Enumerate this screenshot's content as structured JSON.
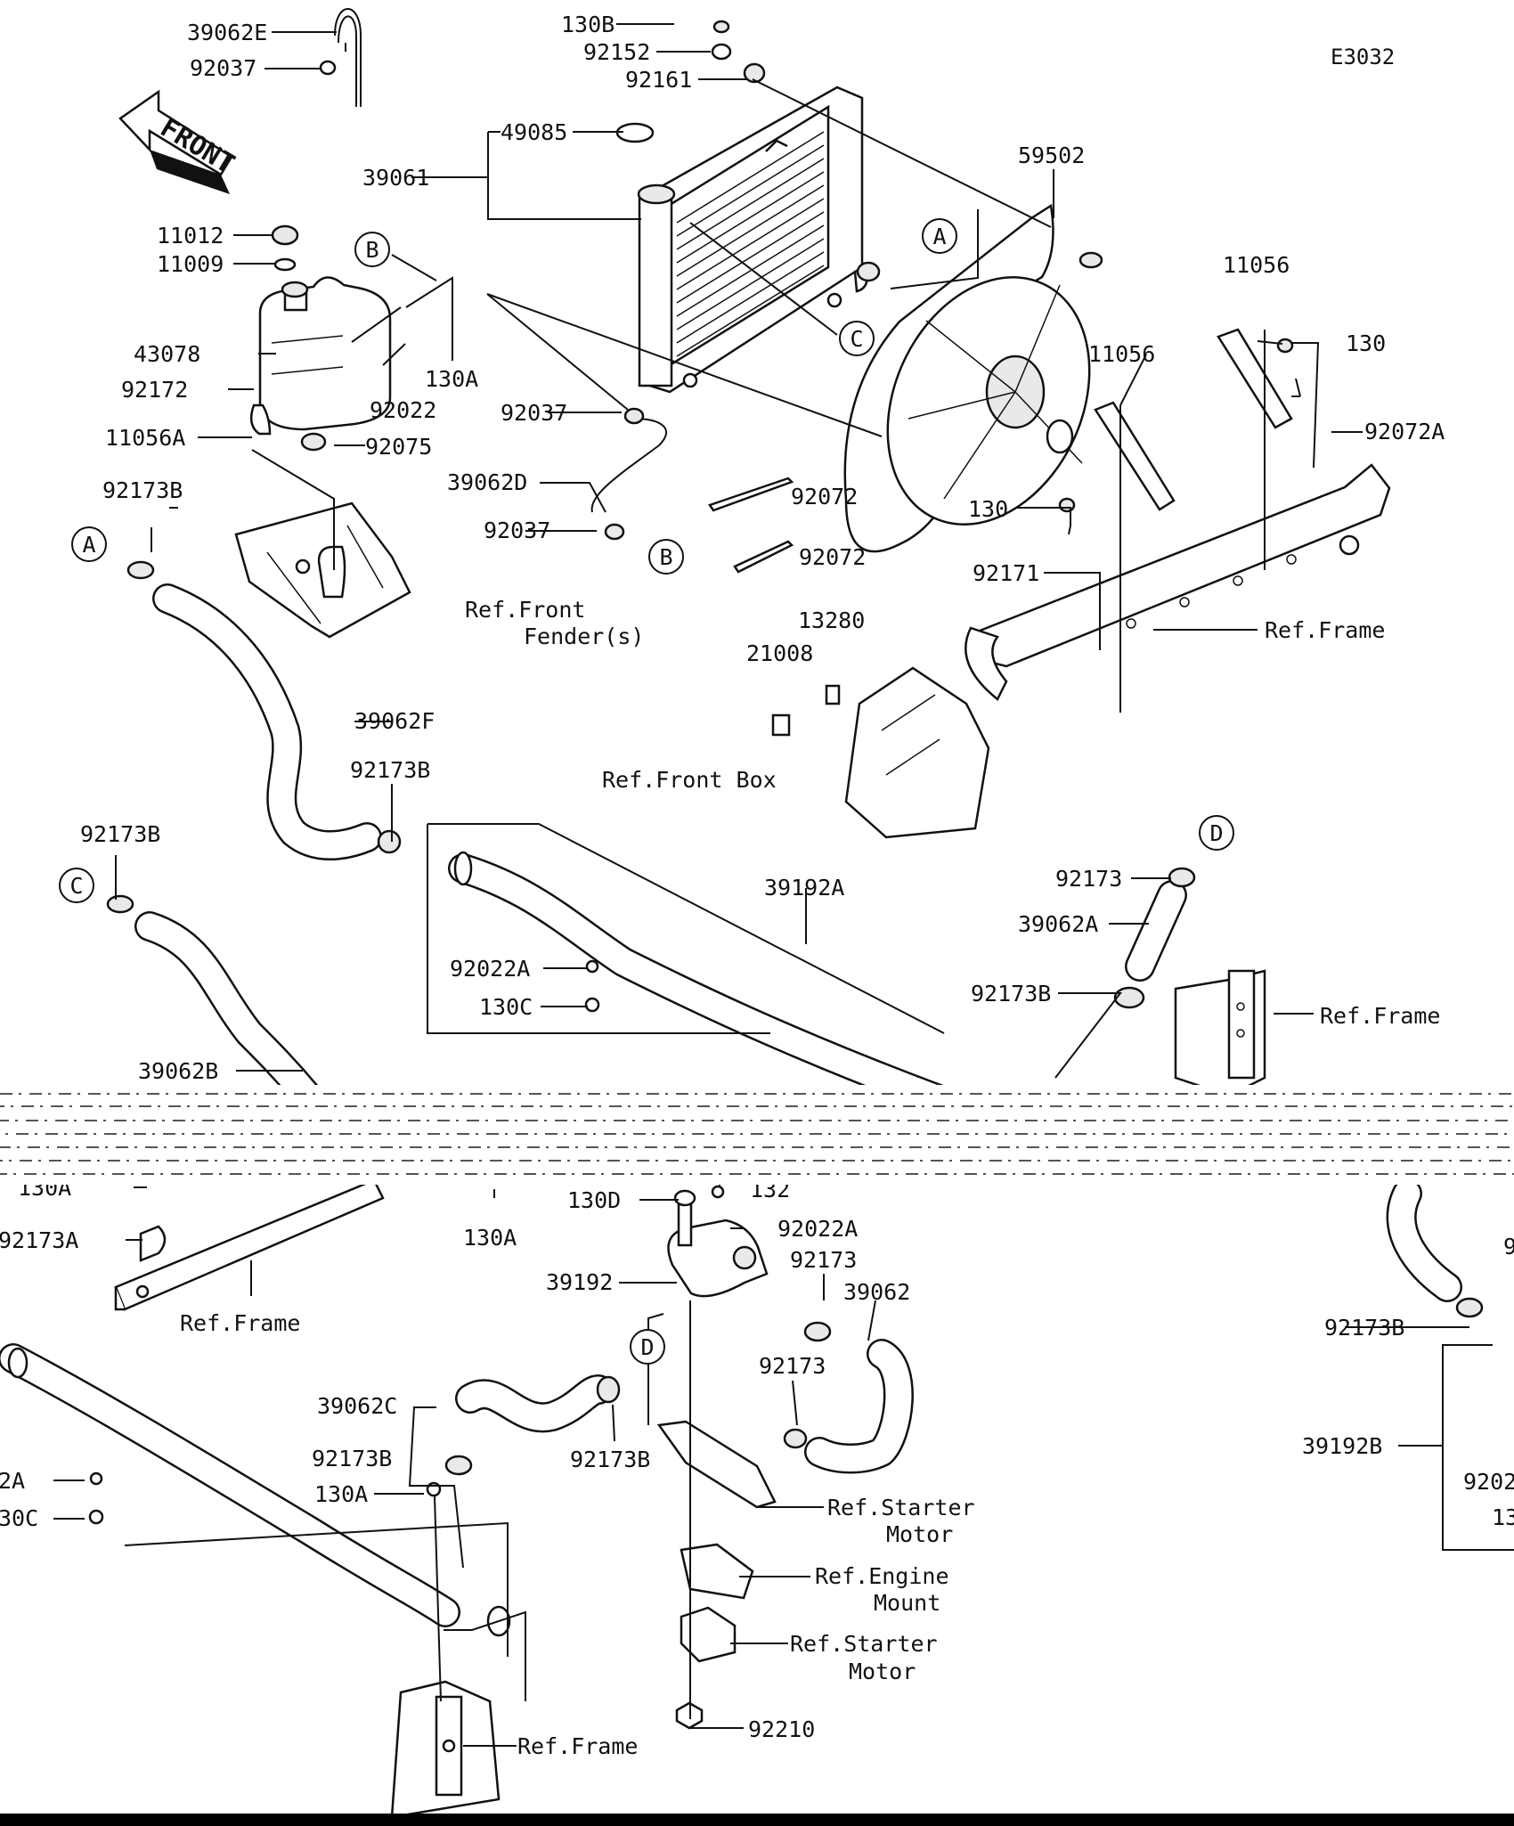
{
  "diagram_code": "E3032",
  "front_label": "FRONT",
  "callouts": {
    "a": "A",
    "b": "B",
    "c": "C",
    "d": "D"
  },
  "parts": [
    "39062E",
    "92037",
    "130B",
    "92152",
    "92161",
    "49085",
    "39061",
    "11012",
    "11009",
    "43078",
    "92172",
    "11056A",
    "92022",
    "130A",
    "92075",
    "59502",
    "11056",
    "130",
    "92072A",
    "92173B",
    "39062D",
    "92072",
    "92171",
    "39062F",
    "13280",
    "21008",
    "39192A",
    "92173",
    "39062A",
    "92022A",
    "130C",
    "39062B",
    "92173A",
    "130D",
    "132",
    "39192",
    "39062",
    "39062C",
    "39192B",
    "92210",
    "9202",
    "13",
    "9",
    "2A",
    "30C"
  ],
  "refs": {
    "front_fender_1": "Ref.Front",
    "front_fender_2": "Fender(s)",
    "frame": "Ref.Frame",
    "front_box": "Ref.Front Box",
    "starter_motor_1": "Ref.Starter",
    "starter_motor_2": "Motor",
    "engine_mount_1": "Ref.Engine",
    "engine_mount_2": "Mount"
  }
}
